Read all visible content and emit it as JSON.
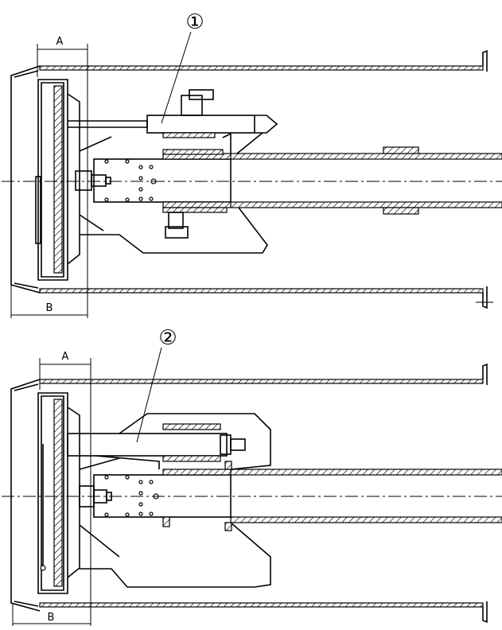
{
  "drawing": {
    "top_view": {
      "callout": "①",
      "dim_a_label": "A",
      "dim_b_label": "B"
    },
    "bottom_view": {
      "callout": "②",
      "dim_a_label": "A",
      "dim_b_label": "B"
    }
  }
}
